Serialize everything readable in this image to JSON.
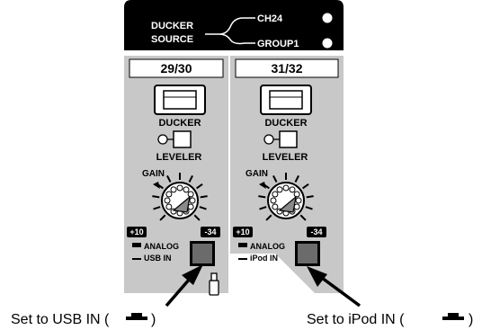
{
  "header": {
    "ducker_line1": "DUCKER",
    "ducker_line2": "SOURCE",
    "source_a": "CH24",
    "source_b": "GROUP1"
  },
  "channels": [
    {
      "id": "29/30",
      "ducker_label": "DUCKER",
      "leveler_label": "LEVELER",
      "gain_label": "GAIN",
      "gain_max": "+10",
      "gain_min": "-34",
      "switch_top": "ANALOG",
      "switch_bottom": "USB IN",
      "caption": "Set to USB IN (",
      "caption_close": ")"
    },
    {
      "id": "31/32",
      "ducker_label": "DUCKER",
      "leveler_label": "LEVELER",
      "gain_label": "GAIN",
      "gain_max": "+10",
      "gain_min": "-34",
      "switch_top": "ANALOG",
      "switch_bottom": "iPod IN",
      "caption": "Set to iPod IN (",
      "caption_close": ")"
    }
  ],
  "colors": {
    "panel": "#c8c8c8",
    "header": "#000000",
    "button": "#6b6b6b",
    "knob_pointer": "#8a8a8a"
  },
  "icons": [
    "usb-icon",
    "switch-symbol-icon"
  ]
}
